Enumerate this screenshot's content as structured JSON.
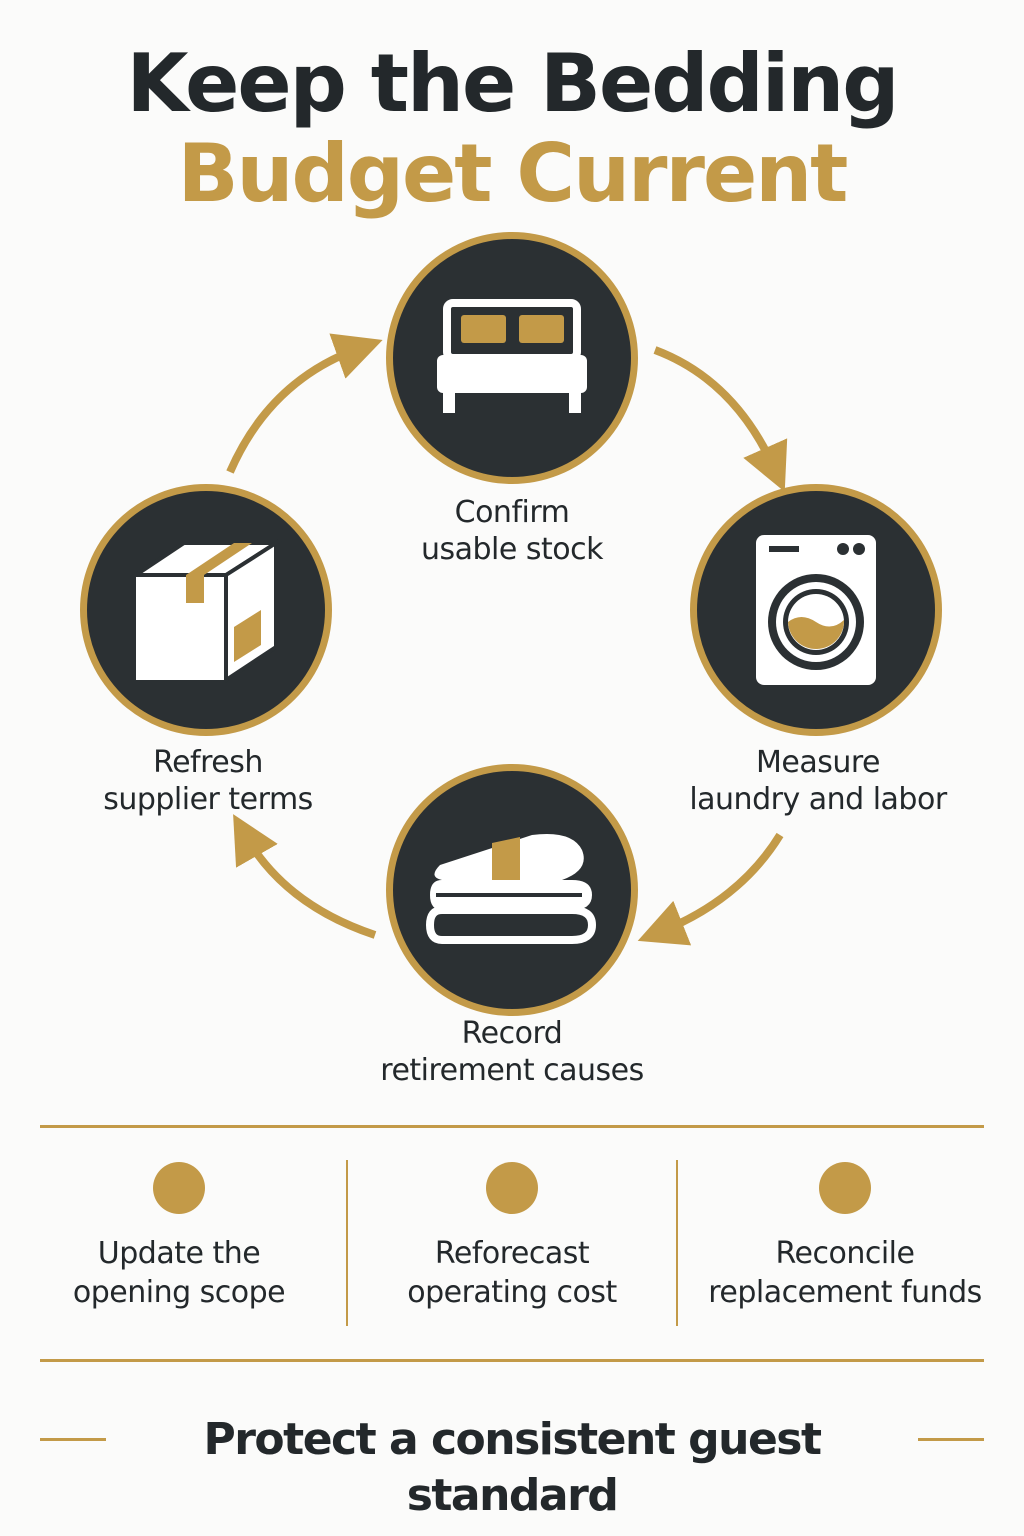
{
  "title": {
    "line1": "Keep the Bedding",
    "line2": "Budget Current"
  },
  "cycle": {
    "steps": [
      {
        "icon": "bed-icon",
        "label_line1": "Confirm",
        "label_line2": "usable stock"
      },
      {
        "icon": "washing-machine-icon",
        "label_line1": "Measure",
        "label_line2": "laundry and labor"
      },
      {
        "icon": "folded-towels-icon",
        "label_line1": "Record",
        "label_line2": "retirement causes"
      },
      {
        "icon": "box-icon",
        "label_line1": "Refresh",
        "label_line2": "supplier terms"
      }
    ]
  },
  "outcomes": [
    {
      "line1": "Update the",
      "line2": "opening scope"
    },
    {
      "line1": "Reforecast",
      "line2": "operating cost"
    },
    {
      "line1": "Reconcile",
      "line2": "replacement funds"
    }
  ],
  "footer": "Protect a consistent guest standard",
  "colors": {
    "accent": "#c39a48",
    "dark": "#2b3033",
    "text": "#23282b",
    "background": "#fbfbfa"
  }
}
